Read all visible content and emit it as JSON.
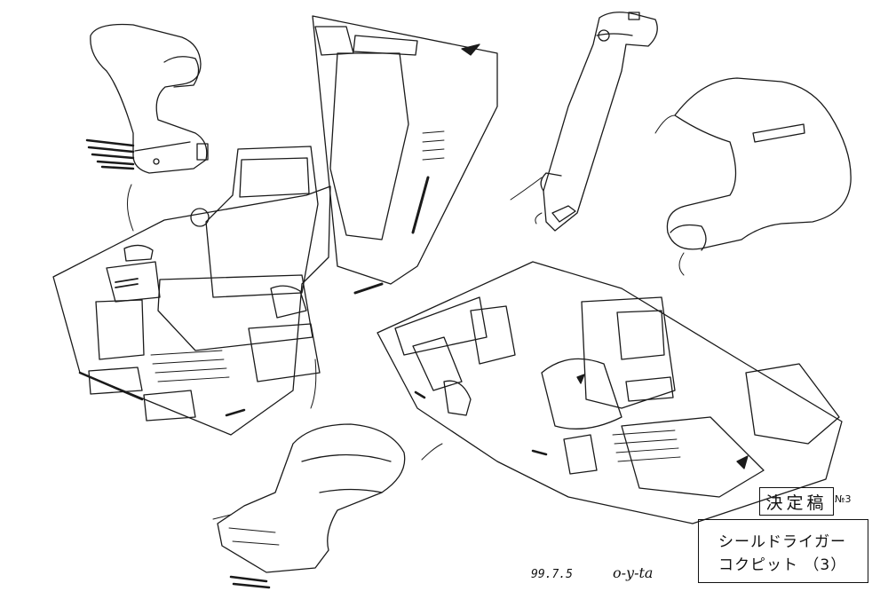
{
  "stamp": {
    "label": "決定稿",
    "page_mark": "№3"
  },
  "title": {
    "line1": "シールドライガー",
    "line2": "コクピット （3）"
  },
  "date": "99.7.5",
  "signature": "o-y-ta",
  "icons": [
    "joystick-grip",
    "control-lever",
    "cockpit-seat",
    "throttle-grip"
  ]
}
